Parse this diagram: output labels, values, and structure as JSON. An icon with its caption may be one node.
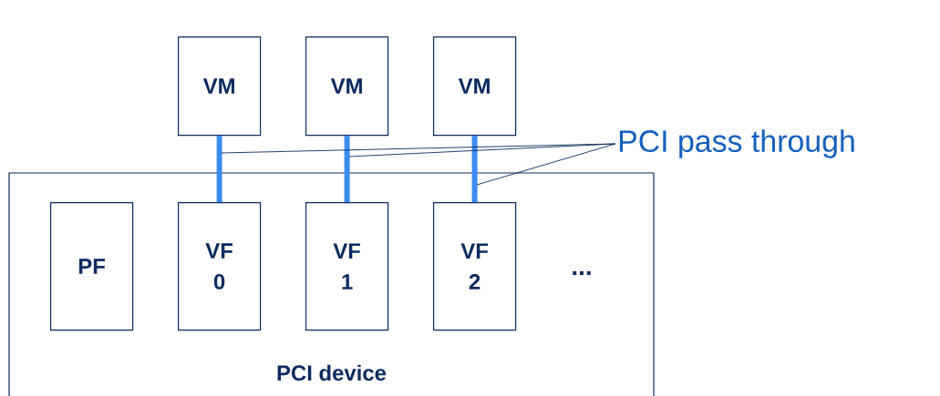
{
  "diagram": {
    "nodes": [
      {
        "text": [
          "VM"
        ]
      },
      {
        "text": [
          "VM"
        ]
      },
      {
        "text": [
          "VM"
        ]
      },
      {
        "text": [
          "PCI pass through"
        ]
      },
      {
        "text": [
          "PCI device"
        ]
      },
      {
        "text": [
          "PF"
        ],
        "in": 4
      },
      {
        "text": [
          "VF 0"
        ],
        "in": 4
      },
      {
        "text": [
          "VF 1"
        ],
        "in": 4
      },
      {
        "text": [
          "VF 2"
        ],
        "in": 4
      }
    ],
    "edges": [
      {
        "from": 0,
        "to": 6,
        "arrow": "none",
        "style": "thick",
        "color": "#3b8cf0"
      },
      {
        "from": 1,
        "to": 7,
        "arrow": "none",
        "style": "thick",
        "color": "#3b8cf0"
      },
      {
        "from": 2,
        "to": 8,
        "arrow": "none",
        "style": "thick",
        "color": "#3b8cf0"
      },
      {
        "from": 3,
        "to": null,
        "arrow": "none",
        "color": "#0b2b5e"
      },
      {
        "from": 3,
        "to": null,
        "arrow": "none",
        "color": "#0b2b5e"
      },
      {
        "from": 3,
        "to": null,
        "arrow": "none",
        "color": "#0b2b5e"
      }
    ],
    "labels": [
      "..."
    ]
  }
}
